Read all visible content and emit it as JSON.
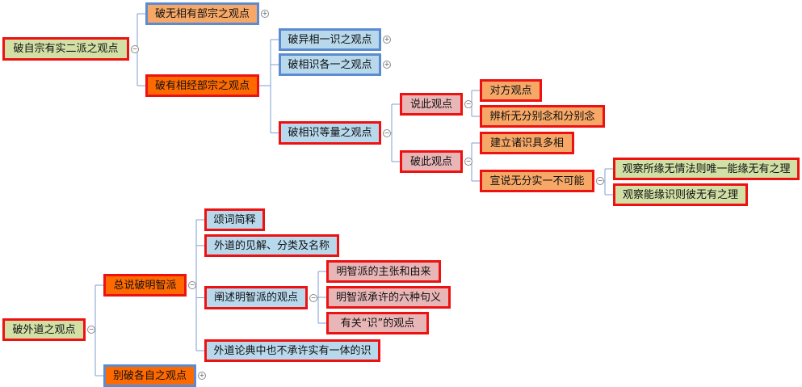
{
  "colors": {
    "connector": "#7f9fd1",
    "border_red": "#ee1111",
    "border_blue": "#5b8bd0",
    "fill_green": "#d2e0a6",
    "fill_orange": "#ff6a00",
    "fill_peach": "#f7a867",
    "fill_blue": "#b8d8ec",
    "fill_pink": "#e9b6b8"
  },
  "icons": {
    "expand": "plus-circle-icon",
    "collapse": "minus-circle-icon",
    "expand_glyph": "+",
    "collapse_glyph": "−"
  },
  "mindmap": {
    "tree1": {
      "label": "破自宗有实二派之观点",
      "children": [
        {
          "label": "破无相有部宗之观点"
        },
        {
          "label": "破有相经部宗之观点",
          "children": [
            {
              "label": "破异相一识之观点"
            },
            {
              "label": "破相识各一之观点"
            },
            {
              "label": "破相识等量之观点",
              "children": [
                {
                  "label": "说此观点",
                  "children": [
                    {
                      "label": "对方观点"
                    },
                    {
                      "label": "辨析无分别念和分别念"
                    }
                  ]
                },
                {
                  "label": "破此观点",
                  "children": [
                    {
                      "label": "建立诸识具多相"
                    },
                    {
                      "label": "宣说无分实一不可能",
                      "children": [
                        {
                          "label": "观察所缘无情法则唯一能缘无有之理"
                        },
                        {
                          "label": "观察能缘识则彼无有之理"
                        }
                      ]
                    }
                  ]
                }
              ]
            }
          ]
        }
      ]
    },
    "tree2": {
      "label": "破外道之观点",
      "children": [
        {
          "label": "总说破明智派",
          "children": [
            {
              "label": "颂词简释"
            },
            {
              "label": "外道的见解、分类及名称"
            },
            {
              "label": "阐述明智派的观点",
              "children": [
                {
                  "label": "明智派的主张和由来"
                },
                {
                  "label": "明智派承许的六种句义"
                },
                {
                  "label": "有关“识”的观点"
                }
              ]
            },
            {
              "label": "外道论典中也不承许实有一体的识"
            }
          ]
        },
        {
          "label": "别破各自之观点"
        }
      ]
    }
  }
}
